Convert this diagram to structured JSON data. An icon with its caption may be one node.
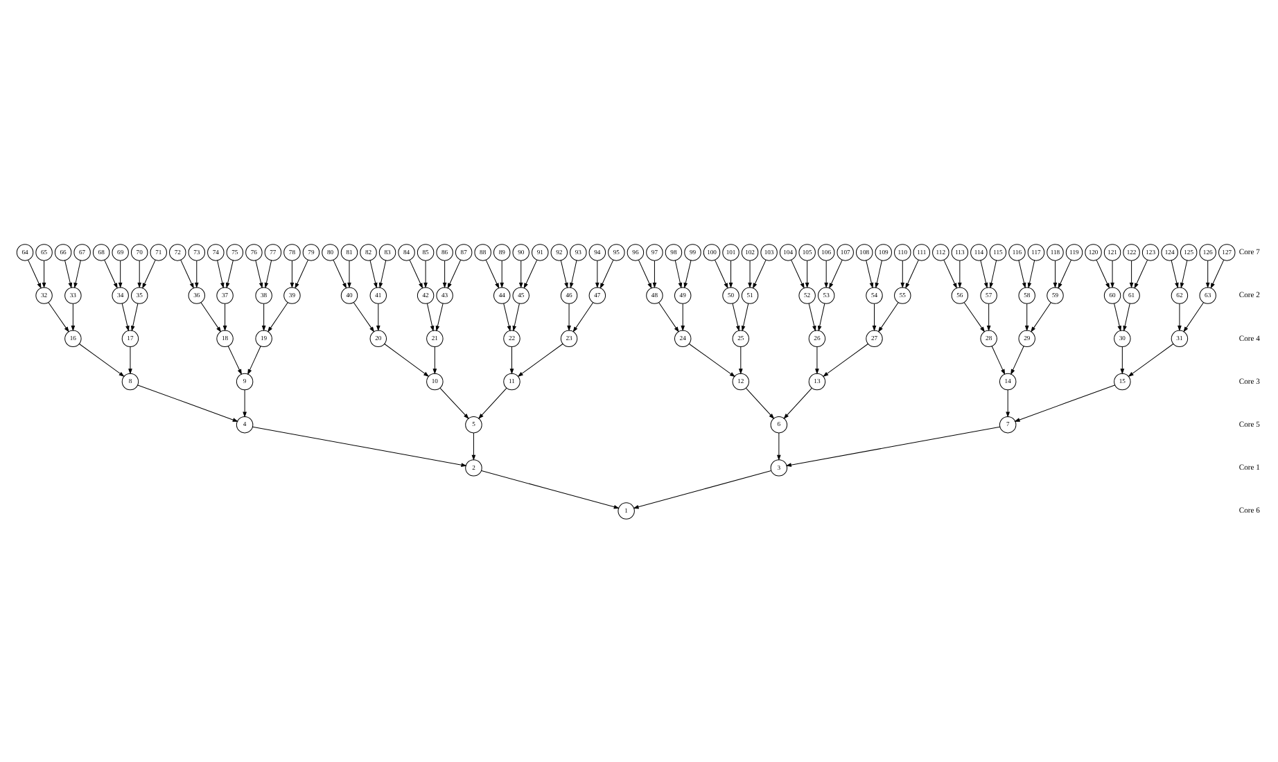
{
  "diagram": {
    "nodes": [
      {
        "text": [
          "1"
        ]
      },
      {
        "text": [
          "2"
        ]
      },
      {
        "text": [
          "3"
        ]
      },
      {
        "text": [
          "4"
        ]
      },
      {
        "text": [
          "5"
        ]
      },
      {
        "text": [
          "6"
        ]
      },
      {
        "text": [
          "7"
        ]
      },
      {
        "text": [
          "8"
        ]
      },
      {
        "text": [
          "9"
        ]
      },
      {
        "text": [
          "10"
        ]
      },
      {
        "text": [
          "11"
        ]
      },
      {
        "text": [
          "12"
        ]
      },
      {
        "text": [
          "13"
        ]
      },
      {
        "text": [
          "14"
        ]
      },
      {
        "text": [
          "15"
        ]
      },
      {
        "text": [
          "16"
        ]
      },
      {
        "text": [
          "17"
        ]
      },
      {
        "text": [
          "18"
        ]
      },
      {
        "text": [
          "19"
        ]
      },
      {
        "text": [
          "20"
        ]
      },
      {
        "text": [
          "21"
        ]
      },
      {
        "text": [
          "22"
        ]
      },
      {
        "text": [
          "23"
        ]
      },
      {
        "text": [
          "24"
        ]
      },
      {
        "text": [
          "25"
        ]
      },
      {
        "text": [
          "26"
        ]
      },
      {
        "text": [
          "27"
        ]
      },
      {
        "text": [
          "28"
        ]
      },
      {
        "text": [
          "29"
        ]
      },
      {
        "text": [
          "30"
        ]
      },
      {
        "text": [
          "31"
        ]
      },
      {
        "text": [
          "32"
        ]
      },
      {
        "text": [
          "33"
        ]
      },
      {
        "text": [
          "34"
        ]
      },
      {
        "text": [
          "35"
        ]
      },
      {
        "text": [
          "36"
        ]
      },
      {
        "text": [
          "37"
        ]
      },
      {
        "text": [
          "38"
        ]
      },
      {
        "text": [
          "39"
        ]
      },
      {
        "text": [
          "40"
        ]
      },
      {
        "text": [
          "41"
        ]
      },
      {
        "text": [
          "42"
        ]
      },
      {
        "text": [
          "43"
        ]
      },
      {
        "text": [
          "44"
        ]
      },
      {
        "text": [
          "45"
        ]
      },
      {
        "text": [
          "46"
        ]
      },
      {
        "text": [
          "47"
        ]
      },
      {
        "text": [
          "48"
        ]
      },
      {
        "text": [
          "49"
        ]
      },
      {
        "text": [
          "50"
        ]
      },
      {
        "text": [
          "51"
        ]
      },
      {
        "text": [
          "52"
        ]
      },
      {
        "text": [
          "53"
        ]
      },
      {
        "text": [
          "54"
        ]
      },
      {
        "text": [
          "55"
        ]
      },
      {
        "text": [
          "56"
        ]
      },
      {
        "text": [
          "57"
        ]
      },
      {
        "text": [
          "58"
        ]
      },
      {
        "text": [
          "59"
        ]
      },
      {
        "text": [
          "60"
        ]
      },
      {
        "text": [
          "61"
        ]
      },
      {
        "text": [
          "62"
        ]
      },
      {
        "text": [
          "63"
        ]
      },
      {
        "text": [
          "64"
        ]
      },
      {
        "text": [
          "65"
        ]
      },
      {
        "text": [
          "66"
        ]
      },
      {
        "text": [
          "67"
        ]
      },
      {
        "text": [
          "68"
        ]
      },
      {
        "text": [
          "69"
        ]
      },
      {
        "text": [
          "70"
        ]
      },
      {
        "text": [
          "71"
        ]
      },
      {
        "text": [
          "72"
        ]
      },
      {
        "text": [
          "73"
        ]
      },
      {
        "text": [
          "74"
        ]
      },
      {
        "text": [
          "75"
        ]
      },
      {
        "text": [
          "76"
        ]
      },
      {
        "text": [
          "77"
        ]
      },
      {
        "text": [
          "78"
        ]
      },
      {
        "text": [
          "79"
        ]
      },
      {
        "text": [
          "80"
        ]
      },
      {
        "text": [
          "81"
        ]
      },
      {
        "text": [
          "82"
        ]
      },
      {
        "text": [
          "83"
        ]
      },
      {
        "text": [
          "84"
        ]
      },
      {
        "text": [
          "85"
        ]
      },
      {
        "text": [
          "86"
        ]
      },
      {
        "text": [
          "87"
        ]
      },
      {
        "text": [
          "88"
        ]
      },
      {
        "text": [
          "89"
        ]
      },
      {
        "text": [
          "90"
        ]
      },
      {
        "text": [
          "91"
        ]
      },
      {
        "text": [
          "92"
        ]
      },
      {
        "text": [
          "93"
        ]
      },
      {
        "text": [
          "94"
        ]
      },
      {
        "text": [
          "95"
        ]
      },
      {
        "text": [
          "96"
        ]
      },
      {
        "text": [
          "97"
        ]
      },
      {
        "text": [
          "98"
        ]
      },
      {
        "text": [
          "99"
        ]
      },
      {
        "text": [
          "100"
        ]
      },
      {
        "text": [
          "101"
        ]
      },
      {
        "text": [
          "102"
        ]
      },
      {
        "text": [
          "103"
        ]
      },
      {
        "text": [
          "104"
        ]
      },
      {
        "text": [
          "105"
        ]
      },
      {
        "text": [
          "106"
        ]
      },
      {
        "text": [
          "107"
        ]
      },
      {
        "text": [
          "108"
        ]
      },
      {
        "text": [
          "109"
        ]
      },
      {
        "text": [
          "110"
        ]
      },
      {
        "text": [
          "111"
        ]
      },
      {
        "text": [
          "112"
        ]
      },
      {
        "text": [
          "113"
        ]
      },
      {
        "text": [
          "114"
        ]
      },
      {
        "text": [
          "115"
        ]
      },
      {
        "text": [
          "116"
        ]
      },
      {
        "text": [
          "117"
        ]
      },
      {
        "text": [
          "118"
        ]
      },
      {
        "text": [
          "119"
        ]
      },
      {
        "text": [
          "120"
        ]
      },
      {
        "text": [
          "121"
        ]
      },
      {
        "text": [
          "122"
        ]
      },
      {
        "text": [
          "123"
        ]
      },
      {
        "text": [
          "124"
        ]
      },
      {
        "text": [
          "125"
        ]
      },
      {
        "text": [
          "126"
        ]
      },
      {
        "text": [
          "127"
        ]
      }
    ],
    "edges": [
      {
        "from": 1,
        "to": 0,
        "arrow": "to"
      },
      {
        "from": 2,
        "to": 0,
        "arrow": "to"
      },
      {
        "from": 3,
        "to": 1,
        "arrow": "to"
      },
      {
        "from": 4,
        "to": 1,
        "arrow": "to"
      },
      {
        "from": 5,
        "to": 2,
        "arrow": "to"
      },
      {
        "from": 6,
        "to": 2,
        "arrow": "to"
      },
      {
        "from": 7,
        "to": 3,
        "arrow": "to"
      },
      {
        "from": 8,
        "to": 3,
        "arrow": "to"
      },
      {
        "from": 9,
        "to": 4,
        "arrow": "to"
      },
      {
        "from": 10,
        "to": 4,
        "arrow": "to"
      },
      {
        "from": 11,
        "to": 5,
        "arrow": "to"
      },
      {
        "from": 12,
        "to": 5,
        "arrow": "to"
      },
      {
        "from": 13,
        "to": 6,
        "arrow": "to"
      },
      {
        "from": 14,
        "to": 6,
        "arrow": "to"
      },
      {
        "from": 15,
        "to": 7,
        "arrow": "to"
      },
      {
        "from": 16,
        "to": 7,
        "arrow": "to"
      },
      {
        "from": 17,
        "to": 8,
        "arrow": "to"
      },
      {
        "from": 18,
        "to": 8,
        "arrow": "to"
      },
      {
        "from": 19,
        "to": 9,
        "arrow": "to"
      },
      {
        "from": 20,
        "to": 9,
        "arrow": "to"
      },
      {
        "from": 21,
        "to": 10,
        "arrow": "to"
      },
      {
        "from": 22,
        "to": 10,
        "arrow": "to"
      },
      {
        "from": 23,
        "to": 11,
        "arrow": "to"
      },
      {
        "from": 24,
        "to": 11,
        "arrow": "to"
      },
      {
        "from": 25,
        "to": 12,
        "arrow": "to"
      },
      {
        "from": 26,
        "to": 12,
        "arrow": "to"
      },
      {
        "from": 27,
        "to": 13,
        "arrow": "to"
      },
      {
        "from": 28,
        "to": 13,
        "arrow": "to"
      },
      {
        "from": 29,
        "to": 14,
        "arrow": "to"
      },
      {
        "from": 30,
        "to": 14,
        "arrow": "to"
      },
      {
        "from": 31,
        "to": 15,
        "arrow": "to"
      },
      {
        "from": 32,
        "to": 15,
        "arrow": "to"
      },
      {
        "from": 33,
        "to": 16,
        "arrow": "to"
      },
      {
        "from": 34,
        "to": 16,
        "arrow": "to"
      },
      {
        "from": 35,
        "to": 17,
        "arrow": "to"
      },
      {
        "from": 36,
        "to": 17,
        "arrow": "to"
      },
      {
        "from": 37,
        "to": 18,
        "arrow": "to"
      },
      {
        "from": 38,
        "to": 18,
        "arrow": "to"
      },
      {
        "from": 39,
        "to": 19,
        "arrow": "to"
      },
      {
        "from": 40,
        "to": 19,
        "arrow": "to"
      },
      {
        "from": 41,
        "to": 20,
        "arrow": "to"
      },
      {
        "from": 42,
        "to": 20,
        "arrow": "to"
      },
      {
        "from": 43,
        "to": 21,
        "arrow": "to"
      },
      {
        "from": 44,
        "to": 21,
        "arrow": "to"
      },
      {
        "from": 45,
        "to": 22,
        "arrow": "to"
      },
      {
        "from": 46,
        "to": 22,
        "arrow": "to"
      },
      {
        "from": 47,
        "to": 23,
        "arrow": "to"
      },
      {
        "from": 48,
        "to": 23,
        "arrow": "to"
      },
      {
        "from": 49,
        "to": 24,
        "arrow": "to"
      },
      {
        "from": 50,
        "to": 24,
        "arrow": "to"
      },
      {
        "from": 51,
        "to": 25,
        "arrow": "to"
      },
      {
        "from": 52,
        "to": 25,
        "arrow": "to"
      },
      {
        "from": 53,
        "to": 26,
        "arrow": "to"
      },
      {
        "from": 54,
        "to": 26,
        "arrow": "to"
      },
      {
        "from": 55,
        "to": 27,
        "arrow": "to"
      },
      {
        "from": 56,
        "to": 27,
        "arrow": "to"
      },
      {
        "from": 57,
        "to": 28,
        "arrow": "to"
      },
      {
        "from": 58,
        "to": 28,
        "arrow": "to"
      },
      {
        "from": 59,
        "to": 29,
        "arrow": "to"
      },
      {
        "from": 60,
        "to": 29,
        "arrow": "to"
      },
      {
        "from": 61,
        "to": 30,
        "arrow": "to"
      },
      {
        "from": 62,
        "to": 30,
        "arrow": "to"
      },
      {
        "from": 63,
        "to": 31,
        "arrow": "to"
      },
      {
        "from": 64,
        "to": 31,
        "arrow": "to"
      },
      {
        "from": 65,
        "to": 32,
        "arrow": "to"
      },
      {
        "from": 66,
        "to": 32,
        "arrow": "to"
      },
      {
        "from": 67,
        "to": 33,
        "arrow": "to"
      },
      {
        "from": 68,
        "to": 33,
        "arrow": "to"
      },
      {
        "from": 69,
        "to": 34,
        "arrow": "to"
      },
      {
        "from": 70,
        "to": 34,
        "arrow": "to"
      },
      {
        "from": 71,
        "to": 35,
        "arrow": "to"
      },
      {
        "from": 72,
        "to": 35,
        "arrow": "to"
      },
      {
        "from": 73,
        "to": 36,
        "arrow": "to"
      },
      {
        "from": 74,
        "to": 36,
        "arrow": "to"
      },
      {
        "from": 75,
        "to": 37,
        "arrow": "to"
      },
      {
        "from": 76,
        "to": 37,
        "arrow": "to"
      },
      {
        "from": 77,
        "to": 38,
        "arrow": "to"
      },
      {
        "from": 78,
        "to": 38,
        "arrow": "to"
      },
      {
        "from": 79,
        "to": 39,
        "arrow": "to"
      },
      {
        "from": 80,
        "to": 39,
        "arrow": "to"
      },
      {
        "from": 81,
        "to": 40,
        "arrow": "to"
      },
      {
        "from": 82,
        "to": 40,
        "arrow": "to"
      },
      {
        "from": 83,
        "to": 41,
        "arrow": "to"
      },
      {
        "from": 84,
        "to": 41,
        "arrow": "to"
      },
      {
        "from": 85,
        "to": 42,
        "arrow": "to"
      },
      {
        "from": 86,
        "to": 42,
        "arrow": "to"
      },
      {
        "from": 87,
        "to": 43,
        "arrow": "to"
      },
      {
        "from": 88,
        "to": 43,
        "arrow": "to"
      },
      {
        "from": 89,
        "to": 44,
        "arrow": "to"
      },
      {
        "from": 90,
        "to": 44,
        "arrow": "to"
      },
      {
        "from": 91,
        "to": 45,
        "arrow": "to"
      },
      {
        "from": 92,
        "to": 45,
        "arrow": "to"
      },
      {
        "from": 93,
        "to": 46,
        "arrow": "to"
      },
      {
        "from": 94,
        "to": 46,
        "arrow": "to"
      },
      {
        "from": 95,
        "to": 47,
        "arrow": "to"
      },
      {
        "from": 96,
        "to": 47,
        "arrow": "to"
      },
      {
        "from": 97,
        "to": 48,
        "arrow": "to"
      },
      {
        "from": 98,
        "to": 48,
        "arrow": "to"
      },
      {
        "from": 99,
        "to": 49,
        "arrow": "to"
      },
      {
        "from": 100,
        "to": 49,
        "arrow": "to"
      },
      {
        "from": 101,
        "to": 50,
        "arrow": "to"
      },
      {
        "from": 102,
        "to": 50,
        "arrow": "to"
      },
      {
        "from": 103,
        "to": 51,
        "arrow": "to"
      },
      {
        "from": 104,
        "to": 51,
        "arrow": "to"
      },
      {
        "from": 105,
        "to": 52,
        "arrow": "to"
      },
      {
        "from": 106,
        "to": 52,
        "arrow": "to"
      },
      {
        "from": 107,
        "to": 53,
        "arrow": "to"
      },
      {
        "from": 108,
        "to": 53,
        "arrow": "to"
      },
      {
        "from": 109,
        "to": 54,
        "arrow": "to"
      },
      {
        "from": 110,
        "to": 54,
        "arrow": "to"
      },
      {
        "from": 111,
        "to": 55,
        "arrow": "to"
      },
      {
        "from": 112,
        "to": 55,
        "arrow": "to"
      },
      {
        "from": 113,
        "to": 56,
        "arrow": "to"
      },
      {
        "from": 114,
        "to": 56,
        "arrow": "to"
      },
      {
        "from": 115,
        "to": 57,
        "arrow": "to"
      },
      {
        "from": 116,
        "to": 57,
        "arrow": "to"
      },
      {
        "from": 117,
        "to": 58,
        "arrow": "to"
      },
      {
        "from": 118,
        "to": 58,
        "arrow": "to"
      },
      {
        "from": 119,
        "to": 59,
        "arrow": "to"
      },
      {
        "from": 120,
        "to": 59,
        "arrow": "to"
      },
      {
        "from": 121,
        "to": 60,
        "arrow": "to"
      },
      {
        "from": 122,
        "to": 60,
        "arrow": "to"
      },
      {
        "from": 123,
        "to": 61,
        "arrow": "to"
      },
      {
        "from": 124,
        "to": 61,
        "arrow": "to"
      },
      {
        "from": 125,
        "to": 62,
        "arrow": "to"
      },
      {
        "from": 126,
        "to": 62,
        "arrow": "to"
      }
    ],
    "labels": [
      "Core 7",
      "Core 2",
      "Core 4",
      "Core 3",
      "Core 5",
      "Core 1",
      "Core 6"
    ]
  }
}
